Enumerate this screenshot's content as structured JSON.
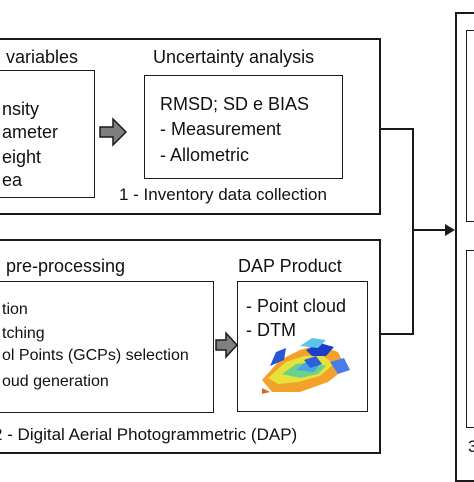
{
  "section1": {
    "variables_title": "variables",
    "variables_items": [
      "nsity",
      "ameter",
      "eight",
      "ea"
    ],
    "uncertainty_title": "Uncertainty analysis",
    "uncertainty_items": [
      "RMSD; SD e BIAS",
      "- Measurement",
      "- Allometric"
    ],
    "caption": "1 - Inventory data collection"
  },
  "section2": {
    "preprocessing_title": "pre-processing",
    "preprocessing_items": [
      "tion",
      "tching",
      "ol Points (GCPs) selection",
      "oud generation"
    ],
    "product_title": "DAP Product",
    "product_items": [
      "- Point cloud",
      "- DTM"
    ],
    "caption": "2 - Digital Aerial Photogrammetric (DAP)"
  },
  "section3": {
    "caption_fragment": "3"
  },
  "colors": {
    "border": "#1a1a1a",
    "arrow_fill": "#7f7f7f"
  }
}
